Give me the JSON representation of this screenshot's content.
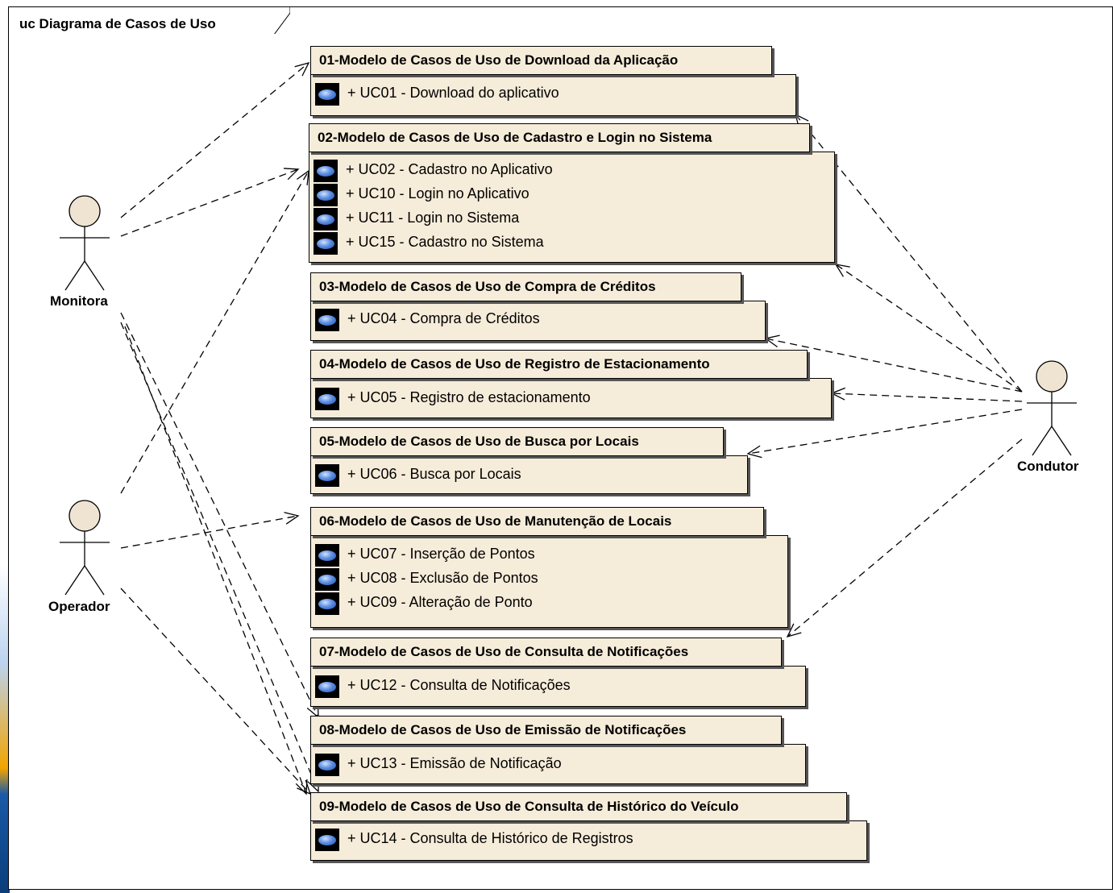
{
  "frame": {
    "title": "uc Diagrama de Casos de Uso"
  },
  "actors": [
    {
      "id": "monitora",
      "name": "Monitora"
    },
    {
      "id": "operador",
      "name": "Operador"
    },
    {
      "id": "condutor",
      "name": "Condutor"
    }
  ],
  "packages": [
    {
      "title": "01-Modelo de Casos de Uso de Download da Aplicação",
      "use_cases": [
        "+ UC01 - Download do aplicativo"
      ]
    },
    {
      "title": "02-Modelo de Casos de Uso de Cadastro e Login no Sistema",
      "use_cases": [
        "+ UC02 - Cadastro no Aplicativo",
        "+ UC10 - Login no Aplicativo",
        "+ UC11 - Login no Sistema",
        "+ UC15 - Cadastro no Sistema"
      ]
    },
    {
      "title": "03-Modelo de Casos de Uso de Compra de Créditos",
      "use_cases": [
        "+ UC04 - Compra de Créditos"
      ]
    },
    {
      "title": "04-Modelo de Casos de Uso de Registro de Estacionamento",
      "use_cases": [
        "+ UC05 - Registro de estacionamento"
      ]
    },
    {
      "title": "05-Modelo de Casos de Uso de Busca por Locais",
      "use_cases": [
        "+ UC06 - Busca por Locais"
      ]
    },
    {
      "title": "06-Modelo de Casos de Uso de Manutenção de Locais",
      "use_cases": [
        "+ UC07 - Inserção de Pontos",
        "+ UC08 - Exclusão de Pontos",
        "+ UC09 - Alteração de Ponto"
      ]
    },
    {
      "title": "07-Modelo de Casos de Uso de Consulta de Notificações",
      "use_cases": [
        "+ UC12 - Consulta de Notificações"
      ]
    },
    {
      "title": "08-Modelo de Casos de Uso de Emissão de Notificações",
      "use_cases": [
        "+ UC13 - Emissão de Notificação"
      ]
    },
    {
      "title": "09-Modelo de Casos de Uso de Consulta de Histórico do Veículo",
      "use_cases": [
        "+ UC14 - Consulta de Histórico de Registros"
      ]
    }
  ],
  "colors": {
    "package_fill": "#f6ecda",
    "actor_head": "#efe4d2",
    "line": "#000000"
  }
}
